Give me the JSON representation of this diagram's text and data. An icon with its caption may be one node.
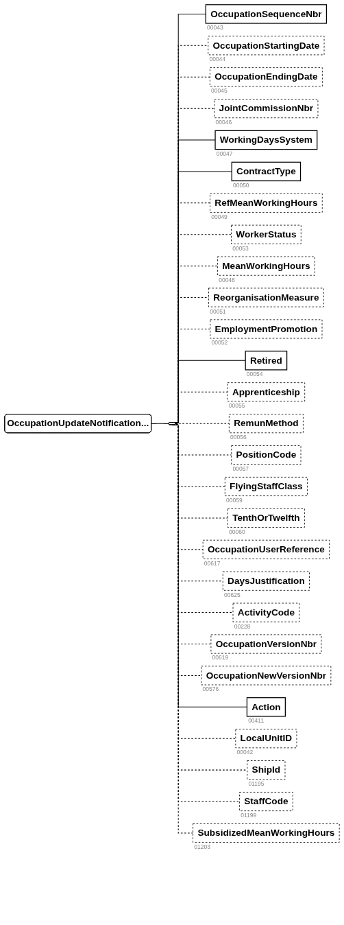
{
  "diagram": {
    "nodes": [
      {
        "text": [
          "OccupationUpdateNotification..."
        ]
      },
      {
        "text": [],
        "shape": "hexagon"
      },
      {
        "text": [
          "OccupationSequenceNbr"
        ],
        "beside": [
          "00043"
        ]
      },
      {
        "text": [
          "OccupationStartingDate"
        ],
        "beside": [
          "00044"
        ]
      },
      {
        "text": [
          "OccupationEndingDate"
        ],
        "beside": [
          "00045"
        ]
      },
      {
        "text": [
          "JointCommissionNbr"
        ],
        "beside": [
          "00046"
        ]
      },
      {
        "text": [
          "WorkingDaysSystem"
        ],
        "beside": [
          "00047"
        ]
      },
      {
        "text": [
          "ContractType"
        ],
        "beside": [
          "00050"
        ]
      },
      {
        "text": [
          "RefMeanWorkingHours"
        ],
        "beside": [
          "00049"
        ]
      },
      {
        "text": [
          "WorkerStatus"
        ],
        "beside": [
          "00053"
        ]
      },
      {
        "text": [
          "MeanWorkingHours"
        ],
        "beside": [
          "00048"
        ]
      },
      {
        "text": [
          "ReorganisationMeasure"
        ],
        "beside": [
          "00051"
        ]
      },
      {
        "text": [
          "EmploymentPromotion"
        ],
        "beside": [
          "00052"
        ]
      },
      {
        "text": [
          "Retired"
        ],
        "beside": [
          "00054"
        ]
      },
      {
        "text": [
          "Apprenticeship"
        ],
        "beside": [
          "00055"
        ]
      },
      {
        "text": [
          "RemunMethod"
        ],
        "beside": [
          "00056"
        ]
      },
      {
        "text": [
          "PositionCode"
        ],
        "beside": [
          "00057"
        ]
      },
      {
        "text": [
          "FlyingStaffClass"
        ],
        "beside": [
          "00059"
        ]
      },
      {
        "text": [
          "TenthOrTwelfth"
        ],
        "beside": [
          "00060"
        ]
      },
      {
        "text": [
          "OccupationUserReference"
        ],
        "beside": [
          "00617"
        ]
      },
      {
        "text": [
          "DaysJustification"
        ],
        "beside": [
          "00625"
        ]
      },
      {
        "text": [
          "ActivityCode"
        ],
        "beside": [
          "00228"
        ]
      },
      {
        "text": [
          "OccupationVersionNbr"
        ],
        "beside": [
          "00619"
        ]
      },
      {
        "text": [
          "OccupationNewVersionNbr"
        ],
        "beside": [
          "00576"
        ]
      },
      {
        "text": [
          "Action"
        ],
        "beside": [
          "00411"
        ]
      },
      {
        "text": [
          "LocalUnitID"
        ],
        "beside": [
          "00042"
        ]
      },
      {
        "text": [
          "ShipId"
        ],
        "beside": [
          "01195"
        ]
      },
      {
        "text": [
          "StaffCode"
        ],
        "beside": [
          "01199"
        ]
      },
      {
        "text": [
          "SubsidizedMeanWorkingHours"
        ],
        "beside": [
          "01203"
        ]
      }
    ],
    "edges": [
      {
        "from": 0,
        "to": 1,
        "arrow": "none"
      },
      {
        "from": 1,
        "to": 2,
        "arrow": "none"
      },
      {
        "from": 1,
        "to": 3,
        "arrow": "none",
        "style": "dashed"
      },
      {
        "from": 1,
        "to": 4,
        "arrow": "none",
        "style": "dashed"
      },
      {
        "from": 1,
        "to": 5,
        "arrow": "none",
        "style": "dashed"
      },
      {
        "from": 1,
        "to": 6,
        "arrow": "none"
      },
      {
        "from": 1,
        "to": 7,
        "arrow": "none"
      },
      {
        "from": 1,
        "to": 8,
        "arrow": "none",
        "style": "dashed"
      },
      {
        "from": 1,
        "to": 9,
        "arrow": "none",
        "style": "dashed"
      },
      {
        "from": 1,
        "to": 10,
        "arrow": "none",
        "style": "dashed"
      },
      {
        "from": 1,
        "to": 11,
        "arrow": "none",
        "style": "dashed"
      },
      {
        "from": 1,
        "to": 12,
        "arrow": "none",
        "style": "dashed"
      },
      {
        "from": 1,
        "to": 13,
        "arrow": "none"
      },
      {
        "from": 1,
        "to": 14,
        "arrow": "none",
        "style": "dashed"
      },
      {
        "from": 1,
        "to": 15,
        "arrow": "none",
        "style": "dashed"
      },
      {
        "from": 1,
        "to": 16,
        "arrow": "none",
        "style": "dashed"
      },
      {
        "from": 1,
        "to": 17,
        "arrow": "none",
        "style": "dashed"
      },
      {
        "from": 1,
        "to": 18,
        "arrow": "none",
        "style": "dashed"
      },
      {
        "from": 1,
        "to": 19,
        "arrow": "none",
        "style": "dashed"
      },
      {
        "from": 1,
        "to": 20,
        "arrow": "none",
        "style": "dashed"
      },
      {
        "from": 1,
        "to": 21,
        "arrow": "none",
        "style": "dashed"
      },
      {
        "from": 1,
        "to": 22,
        "arrow": "none",
        "style": "dashed"
      },
      {
        "from": 1,
        "to": 23,
        "arrow": "none",
        "style": "dashed"
      },
      {
        "from": 1,
        "to": 24,
        "arrow": "none"
      },
      {
        "from": 1,
        "to": 25,
        "arrow": "none",
        "style": "dashed"
      },
      {
        "from": 1,
        "to": 26,
        "arrow": "none",
        "style": "dashed"
      },
      {
        "from": 1,
        "to": 27,
        "arrow": "none",
        "style": "dashed"
      },
      {
        "from": 1,
        "to": 28,
        "arrow": "none",
        "style": "dashed"
      }
    ]
  }
}
